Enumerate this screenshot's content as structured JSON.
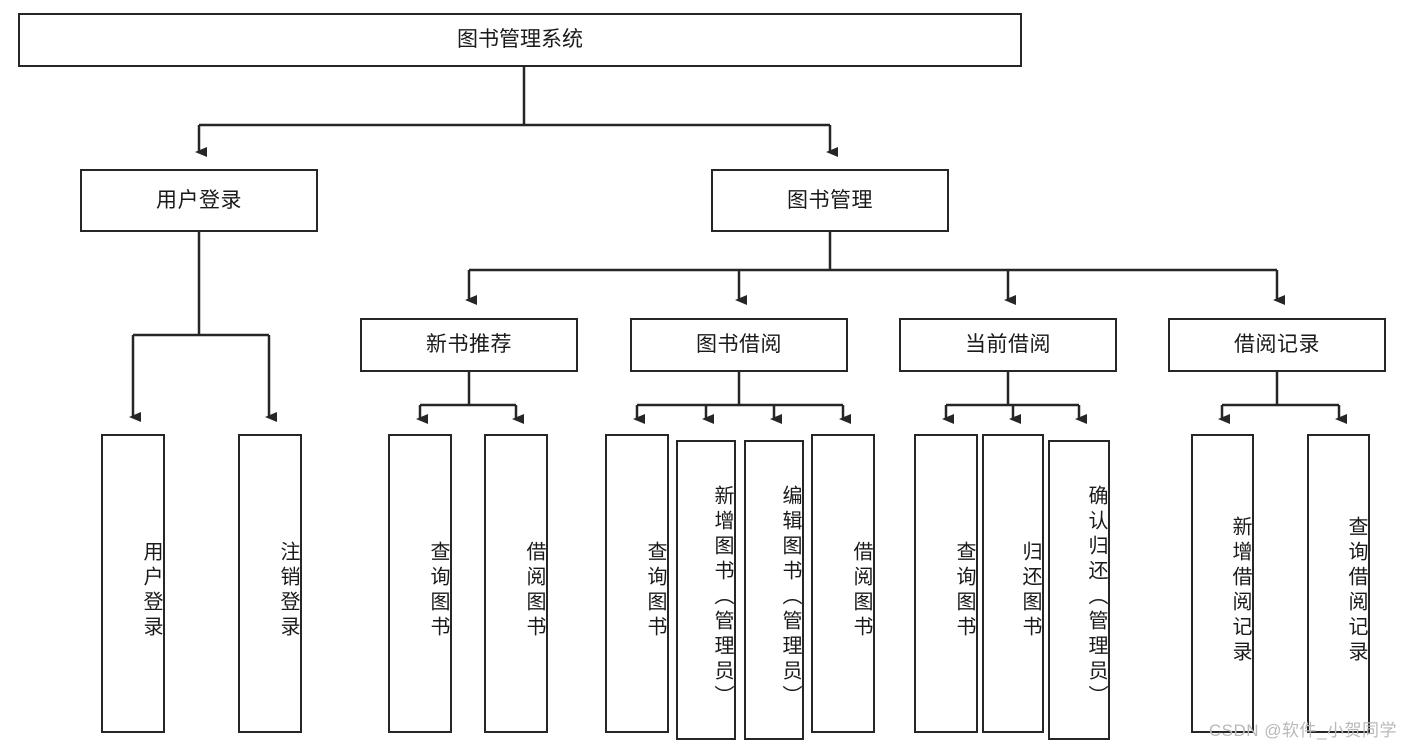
{
  "diagram": {
    "type": "tree-hierarchy",
    "title": "图书管理系统",
    "watermark": "CSDN @软件_小贺同学",
    "colors": {
      "stroke": "#262626",
      "fill": "#ffffff",
      "text": "#1a1a1a",
      "watermark": "#b9b9b9"
    },
    "levels": {
      "level1": {
        "label": "图书管理系统",
        "nodes": [
          {
            "id": "root",
            "label": "图书管理系统",
            "orientation": "horizontal"
          }
        ]
      },
      "level2": {
        "nodes": [
          {
            "id": "user-login",
            "label": "用户登录",
            "orientation": "horizontal"
          },
          {
            "id": "book-manage",
            "label": "图书管理",
            "orientation": "horizontal"
          }
        ]
      },
      "level3": {
        "nodes": [
          {
            "id": "new-book-recommend",
            "label": "新书推荐",
            "orientation": "horizontal"
          },
          {
            "id": "book-borrow",
            "label": "图书借阅",
            "orientation": "horizontal"
          },
          {
            "id": "current-borrow",
            "label": "当前借阅",
            "orientation": "horizontal"
          },
          {
            "id": "borrow-record",
            "label": "借阅记录",
            "orientation": "horizontal"
          }
        ]
      },
      "level4": {
        "nodes": [
          {
            "id": "leaf-user-login",
            "label": "用户登录",
            "orientation": "vertical",
            "parent": "user-login"
          },
          {
            "id": "leaf-logout-login",
            "label": "注销登录",
            "orientation": "vertical",
            "parent": "user-login"
          },
          {
            "id": "leaf-query-book-1",
            "label": "查询图书",
            "orientation": "vertical",
            "parent": "new-book-recommend"
          },
          {
            "id": "leaf-borrow-book-1",
            "label": "借阅图书",
            "orientation": "vertical",
            "parent": "new-book-recommend"
          },
          {
            "id": "leaf-query-book-2",
            "label": "查询图书",
            "orientation": "vertical",
            "parent": "book-borrow"
          },
          {
            "id": "leaf-add-book",
            "label": "新增图书（管理员）",
            "orientation": "vertical",
            "parent": "book-borrow"
          },
          {
            "id": "leaf-edit-book",
            "label": "编辑图书（管理员）",
            "orientation": "vertical",
            "parent": "book-borrow"
          },
          {
            "id": "leaf-borrow-book-2",
            "label": "借阅图书",
            "orientation": "vertical",
            "parent": "book-borrow"
          },
          {
            "id": "leaf-query-book-3",
            "label": "查询图书",
            "orientation": "vertical",
            "parent": "current-borrow"
          },
          {
            "id": "leaf-return-book",
            "label": "归还图书",
            "orientation": "vertical",
            "parent": "current-borrow"
          },
          {
            "id": "leaf-confirm-return",
            "label": "确认归还（管理员）",
            "orientation": "vertical",
            "parent": "current-borrow"
          },
          {
            "id": "leaf-add-record",
            "label": "新增借阅记录",
            "orientation": "vertical",
            "parent": "borrow-record"
          },
          {
            "id": "leaf-query-record",
            "label": "查询借阅记录",
            "orientation": "vertical",
            "parent": "borrow-record"
          }
        ]
      }
    }
  }
}
